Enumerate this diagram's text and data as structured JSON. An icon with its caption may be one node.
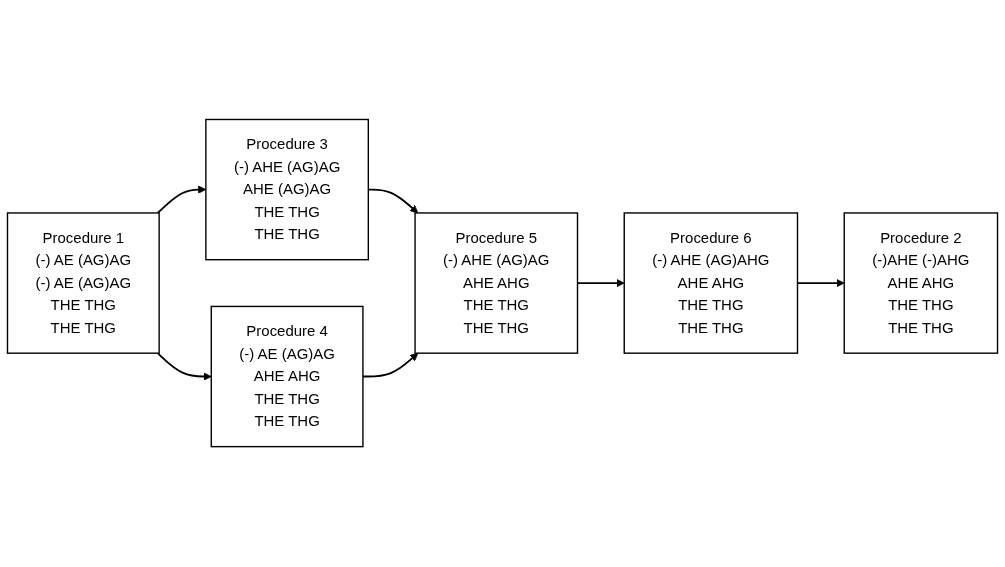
{
  "diagram": {
    "nodes": [
      {
        "text": [
          "Procedure 1",
          "(-) AE (AG)AG",
          "(-) AE (AG)AG",
          "THE THG",
          "THE THG"
        ]
      },
      {
        "text": [
          "Procedure 3",
          "(-) AHE (AG)AG",
          "AHE (AG)AG",
          "THE THG",
          "THE THG"
        ]
      },
      {
        "text": [
          "Procedure 4",
          "(-) AE (AG)AG",
          "AHE AHG",
          "THE THG",
          "THE THG"
        ]
      },
      {
        "text": [
          "Procedure 5",
          "(-) AHE (AG)AG",
          "AHE AHG",
          "THE THG",
          "THE THG"
        ]
      },
      {
        "text": [
          "Procedure 6",
          "(-) AHE (AG)AHG",
          "AHE AHG",
          "THE THG",
          "THE THG"
        ]
      },
      {
        "text": [
          "Procedure 2",
          "(-)AHE (-)AHG",
          "AHE AHG",
          "THE THG",
          "THE THG"
        ]
      }
    ],
    "edges": [
      {
        "from": 0,
        "to": 1,
        "arrow": "to"
      },
      {
        "from": 0,
        "to": 2,
        "arrow": "to"
      },
      {
        "from": 1,
        "to": 3,
        "arrow": "to"
      },
      {
        "from": 2,
        "to": 3,
        "arrow": "to"
      },
      {
        "from": 3,
        "to": 4,
        "arrow": "to"
      },
      {
        "from": 4,
        "to": 5,
        "arrow": "to"
      }
    ]
  }
}
